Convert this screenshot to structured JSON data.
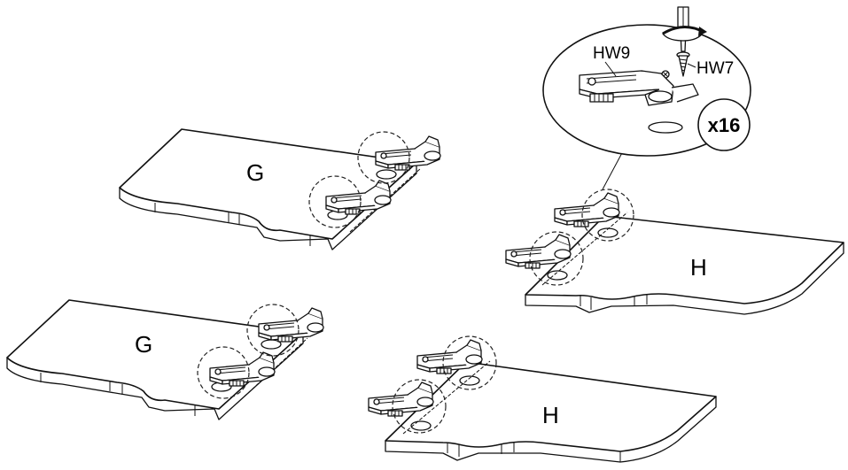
{
  "labels": {
    "panel_top_left": "G",
    "panel_bottom_left": "G",
    "panel_top_right": "H",
    "panel_bottom_right": "H"
  },
  "callout": {
    "hinge_part": "HW9",
    "screw_part": "HW7",
    "quantity": "x16"
  },
  "icons": [
    "screwdriver-icon",
    "rotation-arrow-icon",
    "screw-icon",
    "hinge-icon"
  ]
}
